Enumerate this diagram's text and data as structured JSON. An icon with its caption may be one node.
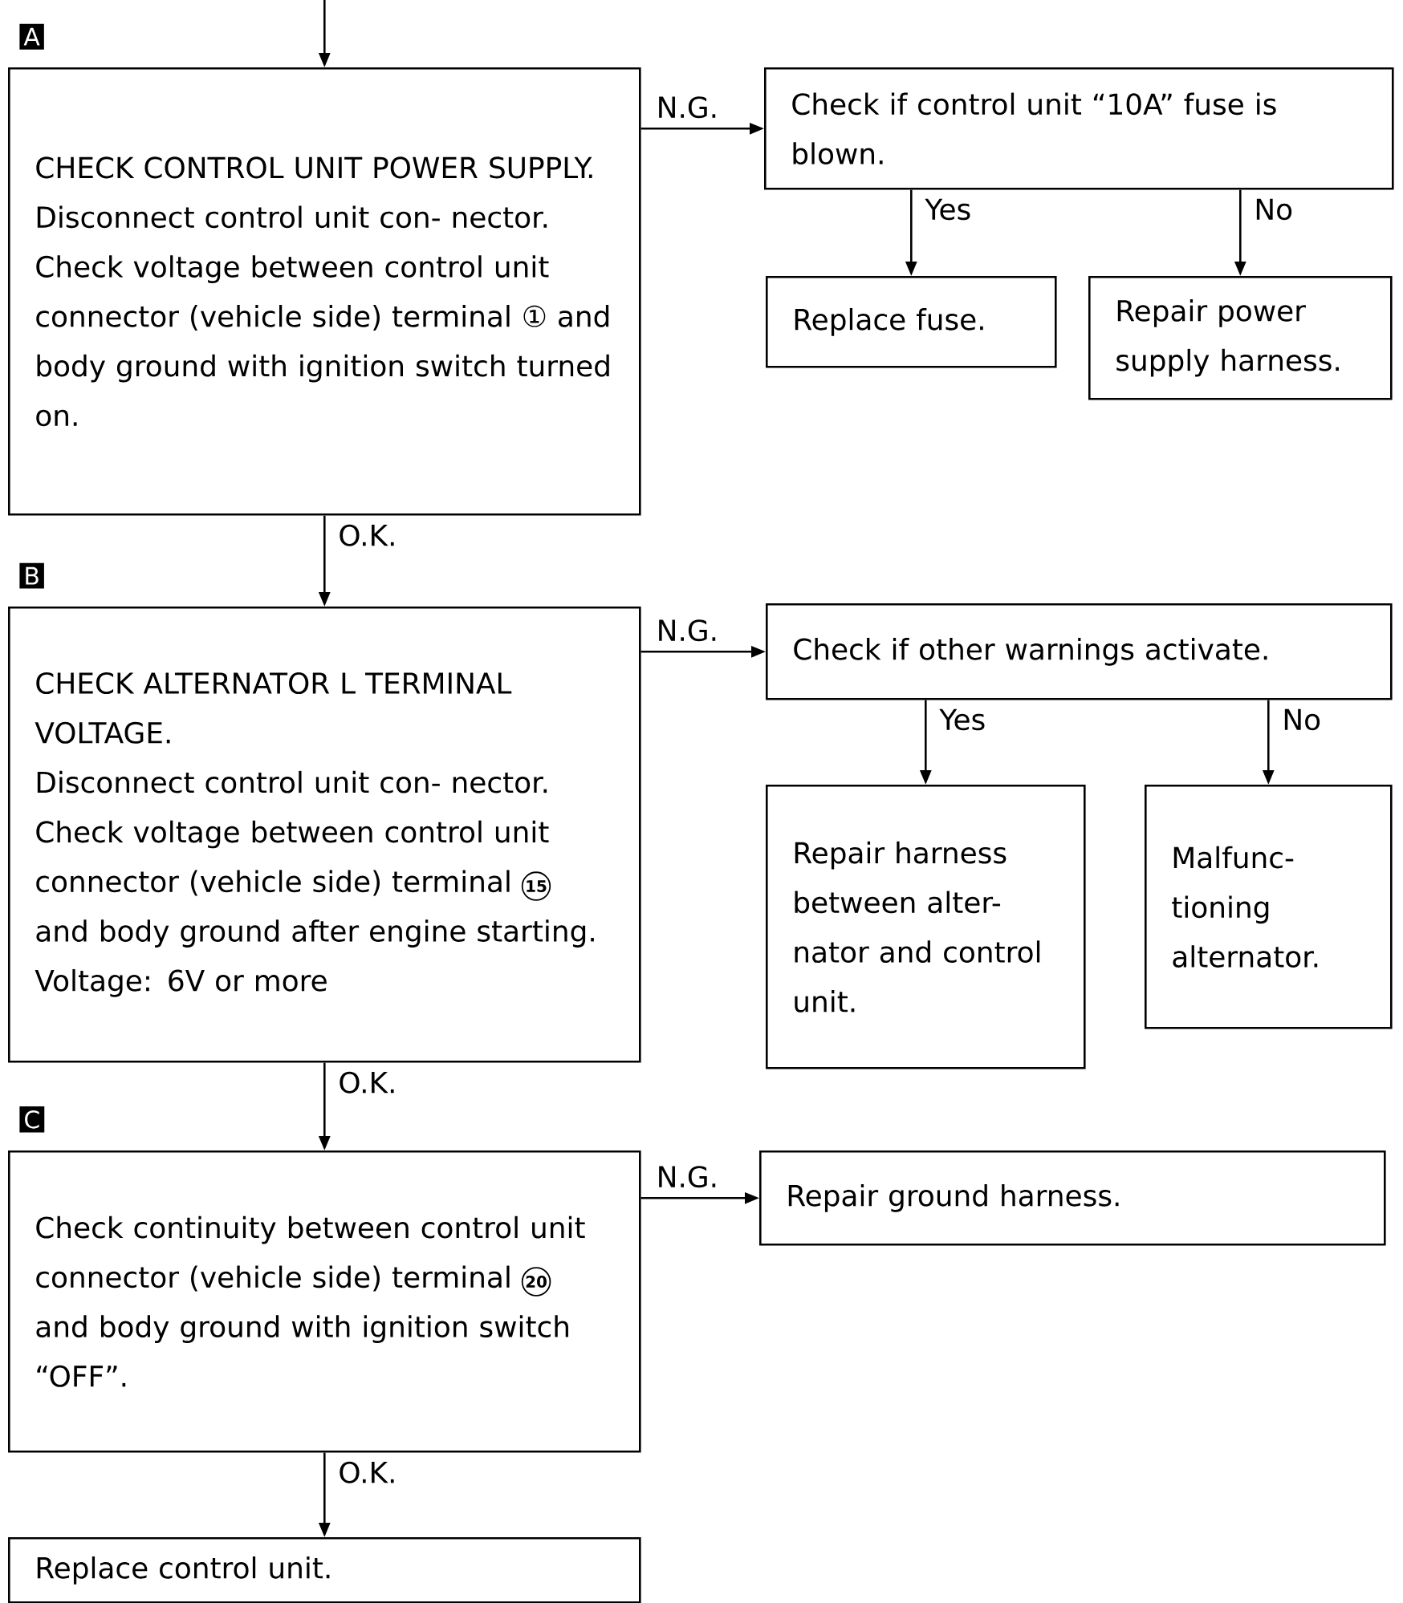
{
  "diagram": {
    "nodes": [
      {
        "text": [
          "CHECK CONTROL UNIT POWER SUPPLY.",
          "Disconnect control unit con- nector.",
          "Check voltage between control unit connector (vehicle side) terminal ① and body ground with ignition switch turned on."
        ],
        "beside": [
          "A"
        ]
      },
      {
        "text": [
          "Check if control unit “10A” fuse is blown."
        ]
      },
      {
        "text": [
          "Replace fuse."
        ]
      },
      {
        "text": [
          "Repair power supply harness."
        ]
      },
      {
        "text": [
          "CHECK ALTERNATOR L TERMINAL VOLTAGE.",
          "Disconnect control unit con- nector.",
          "Check voltage between control unit connector (vehicle side) terminal 15 and body ground after engine starting.",
          "Voltage: 6V or more"
        ],
        "beside": [
          "B"
        ]
      },
      {
        "text": [
          "Check if other warnings activate."
        ]
      },
      {
        "text": [
          "Repair harness between alter- nator and control unit."
        ]
      },
      {
        "text": [
          "Malfunc- tioning alternator."
        ]
      },
      {
        "text": [
          "Check continuity between control unit connector (vehicle side) terminal 20 and body ground with ignition switch “OFF”."
        ],
        "beside": [
          "C"
        ]
      },
      {
        "text": [
          "Repair ground harness."
        ]
      },
      {
        "text": [
          "Replace control unit."
        ]
      }
    ],
    "edges": [
      {
        "from": null,
        "to": 0,
        "arrow": "to"
      },
      {
        "from": 0,
        "to": 1,
        "label": "N.G.",
        "arrow": "to"
      },
      {
        "from": 1,
        "to": 2,
        "label": "Yes",
        "arrow": "to"
      },
      {
        "from": 1,
        "to": 3,
        "label": "No",
        "arrow": "to"
      },
      {
        "from": 0,
        "to": 4,
        "label": "O.K.",
        "arrow": "to"
      },
      {
        "from": 4,
        "to": 5,
        "label": "N.G.",
        "arrow": "to"
      },
      {
        "from": 5,
        "to": 6,
        "label": "Yes",
        "arrow": "to"
      },
      {
        "from": 5,
        "to": 7,
        "label": "No",
        "arrow": "to"
      },
      {
        "from": 4,
        "to": 8,
        "label": "O.K.",
        "arrow": "to"
      },
      {
        "from": 8,
        "to": 9,
        "label": "N.G.",
        "arrow": "to"
      },
      {
        "from": 8,
        "to": 10,
        "label": "O.K.",
        "arrow": "to"
      }
    ]
  }
}
